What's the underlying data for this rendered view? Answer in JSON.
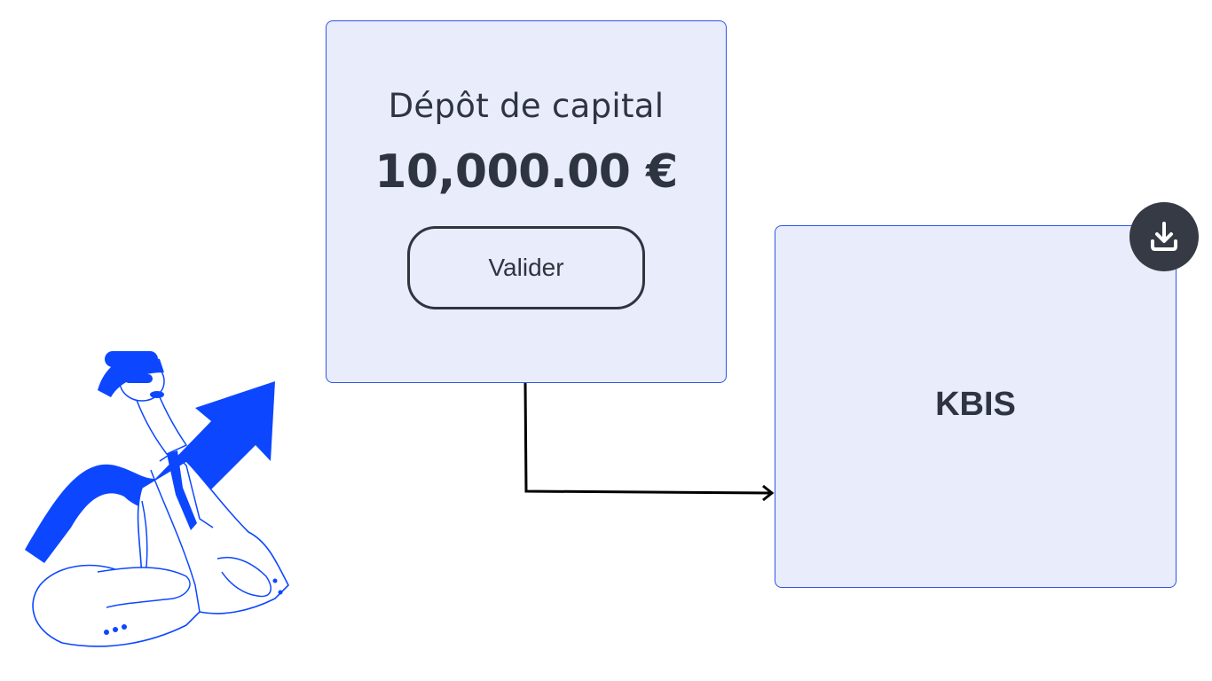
{
  "capital_card": {
    "title": "Dépôt de capital",
    "amount": "10,000.00 €",
    "validate_label": "Valider"
  },
  "kbis_card": {
    "label": "KBIS",
    "download_icon": "download-icon"
  },
  "connector": {
    "icon": "arrow-right-connector"
  },
  "illustration": {
    "icon": "businessman-growth-arrow-illustration"
  },
  "colors": {
    "card_background": "#e8ecfb",
    "card_border": "#2f55e4",
    "text_dark": "#2f3441",
    "brand_blue": "#0c47ff",
    "download_button": "#363a44"
  }
}
